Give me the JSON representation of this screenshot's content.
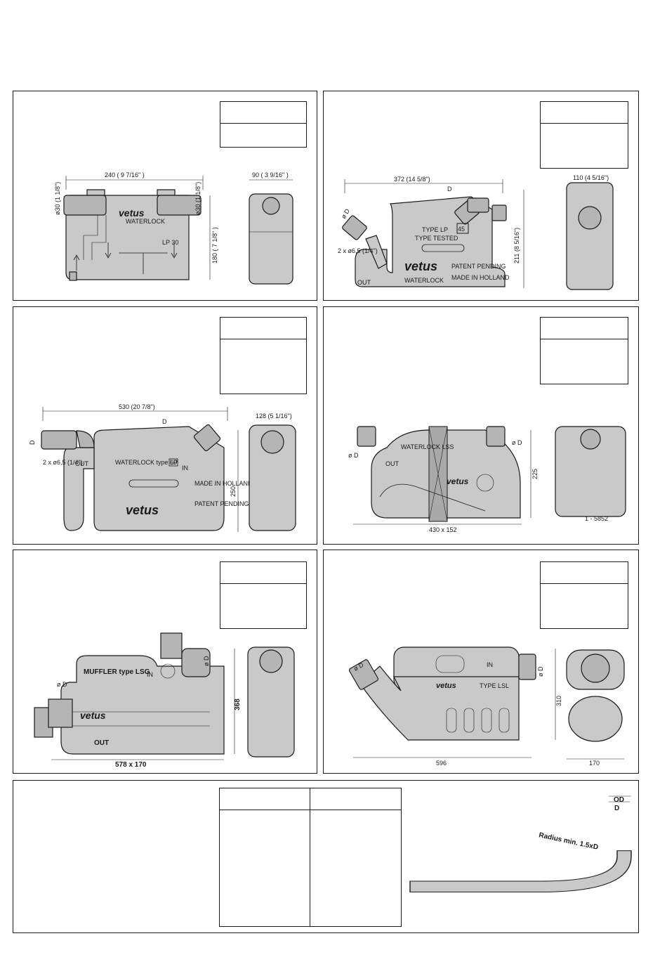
{
  "panel1": {
    "dim_width": "240 ( 9 7/16\" )",
    "dim_pipe_left": "ø30 (1 1/8\")",
    "dim_pipe_right": "ø30 (1 1/8\")",
    "dim_height": "180 ( 7 1/8\" )",
    "dim_depth": "90 ( 3 9/16\" )",
    "brand": "vetus",
    "label": "WATERLOCK",
    "model": "LP 30"
  },
  "panel2": {
    "dim_width": "372 (14 5/8\")",
    "dim_d": "D",
    "dim_od": "ø D",
    "dim_holes": "2 x ø6,5 (1/4\")",
    "dim_height": "211 (8 5/16\")",
    "dim_depth": "110 (4 5/16\")",
    "type_label": "TYPE LP",
    "type_num": "45",
    "type_tested": "TYPE TESTED",
    "brand": "vetus",
    "label": "WATERLOCK",
    "out": "OUT",
    "patent": "PATENT PENDING",
    "made": "MADE IN HOLLAND"
  },
  "panel3": {
    "dim_width": "530 (20 7/8\")",
    "dim_d": "D",
    "dim_od": "D",
    "dim_holes": "2 x ø6,5 (1/4\")",
    "dim_height": "250",
    "dim_depth": "128 (5 1/16\")",
    "label": "WATERLOCK type LP",
    "type_num": "60",
    "in": "IN",
    "out": "OUT",
    "made": "MADE IN HOLLAND",
    "brand": "vetus",
    "patent": "PATENT PENDING"
  },
  "panel4": {
    "dim_od_left": "ø D",
    "dim_od_right": "ø D",
    "dim_height": "225",
    "dim_width": "430 x 152",
    "label": "WATERLOCK LSS",
    "out": "OUT",
    "brand": "vetus",
    "ref": "1 - 5852"
  },
  "panel5": {
    "dim_od_top": "ø D",
    "dim_od_left": "ø D",
    "dim_height": "368",
    "dim_width": "578 x 170",
    "label": "MUFFLER type LSG",
    "in": "IN",
    "out": "OUT",
    "brand": "vetus"
  },
  "panel6": {
    "dim_od_left": "ø D",
    "dim_od_right": "ø D",
    "dim_height": "310",
    "dim_width": "596",
    "dim_depth": "170",
    "type_label": "TYPE LSL",
    "in": "IN",
    "brand": "vetus"
  },
  "panel7": {
    "od": "OD",
    "d": "D",
    "radius": "Radius min. 1.5xD"
  }
}
